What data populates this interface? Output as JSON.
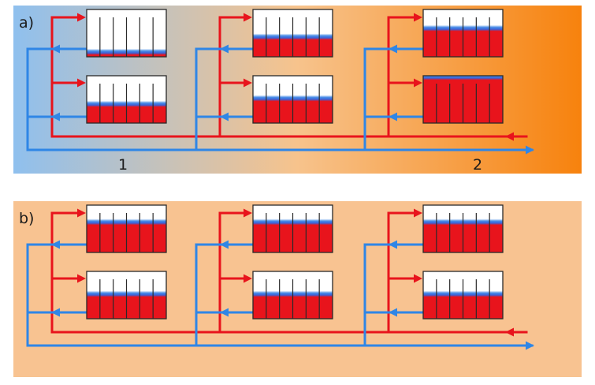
{
  "panels": [
    {
      "label": "a)",
      "background": "gradient",
      "zone_labels": [
        "1",
        "2"
      ],
      "radiators": [
        {
          "riser": 1,
          "position": "upper",
          "heat_level": 0.08
        },
        {
          "riser": 1,
          "position": "lower",
          "heat_level": 0.38
        },
        {
          "riser": 2,
          "position": "upper",
          "heat_level": 0.4
        },
        {
          "riser": 2,
          "position": "lower",
          "heat_level": 0.5
        },
        {
          "riser": 3,
          "position": "upper",
          "heat_level": 0.58
        },
        {
          "riser": 3,
          "position": "lower",
          "heat_level": 0.95
        }
      ]
    },
    {
      "label": "b)",
      "background": "flat",
      "zone_labels": [],
      "radiators": [
        {
          "riser": 1,
          "position": "upper",
          "heat_level": 0.62
        },
        {
          "riser": 1,
          "position": "lower",
          "heat_level": 0.5
        },
        {
          "riser": 2,
          "position": "upper",
          "heat_level": 0.62
        },
        {
          "riser": 2,
          "position": "lower",
          "heat_level": 0.5
        },
        {
          "riser": 3,
          "position": "upper",
          "heat_level": 0.62
        },
        {
          "riser": 3,
          "position": "lower",
          "heat_level": 0.5
        }
      ]
    }
  ],
  "colors": {
    "supply_pipe": "#e8141c",
    "return_pipe": "#2f86e6",
    "radiator_hot": "#e8141c",
    "radiator_cold": "#ffffff",
    "gradient_cold": "#8fc0ee",
    "gradient_mid": "#f7c38c",
    "gradient_hot": "#f7820d",
    "flat_background": "#f8c391",
    "radiator_outline": "#2a2a2a"
  }
}
